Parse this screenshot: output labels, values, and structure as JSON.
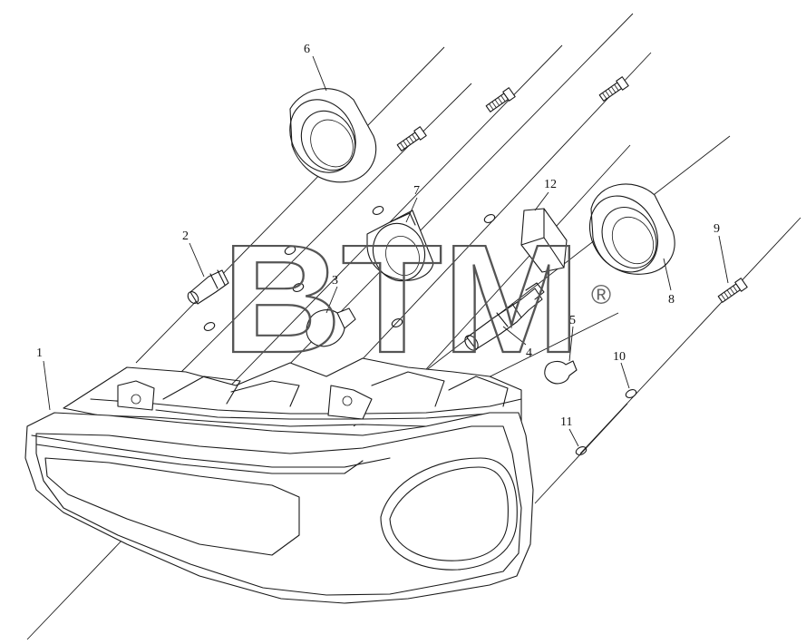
{
  "callouts": {
    "c1": "1",
    "c2": "2",
    "c3": "3",
    "c4": "4",
    "c5": "5",
    "c6": "6",
    "c7": "7",
    "c8": "8",
    "c9": "9",
    "c10": "10",
    "c11": "11",
    "c12": "12"
  },
  "watermark": {
    "text": "BTM",
    "registered": "®"
  },
  "colors": {
    "line": "#1a1a1a",
    "watermark": "#555555"
  }
}
